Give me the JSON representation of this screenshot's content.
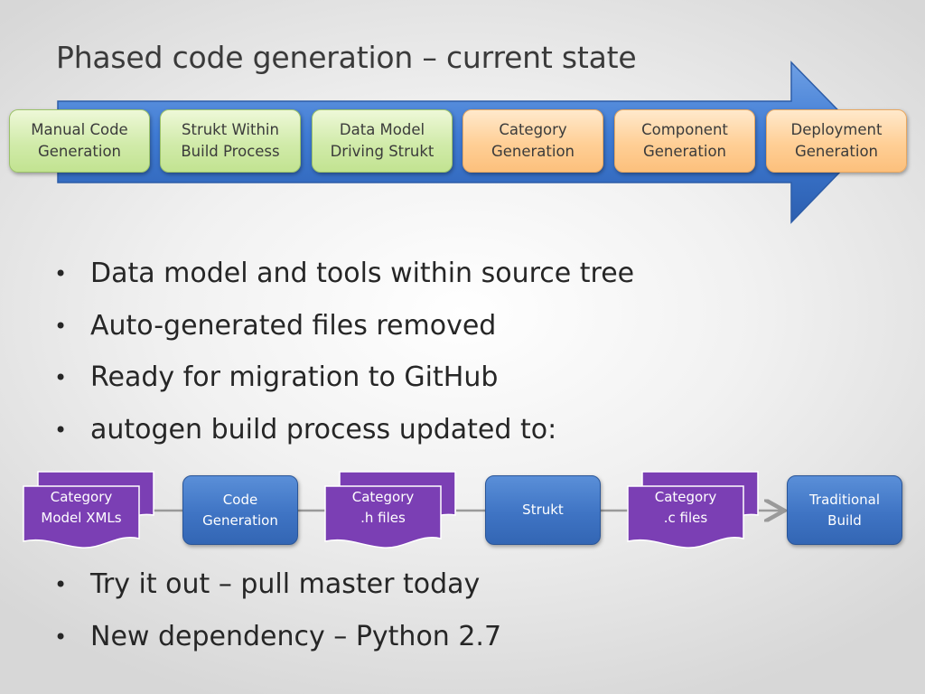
{
  "title": "Phased code generation – current state",
  "colors": {
    "arrow_blue": "#3f7bd4",
    "phase_green": "#c9e7a0",
    "phase_orange": "#ffcd92",
    "doc_purple": "#7b3fb4",
    "process_blue": "#4478c6",
    "connector_gray": "#9a9a9a"
  },
  "phases": [
    {
      "label": "Manual Code\nGeneration",
      "status": "done"
    },
    {
      "label": "Strukt Within\nBuild Process",
      "status": "done"
    },
    {
      "label": "Data Model\nDriving Strukt",
      "status": "done"
    },
    {
      "label": "Category\nGeneration",
      "status": "pending"
    },
    {
      "label": "Component\nGeneration",
      "status": "pending"
    },
    {
      "label": "Deployment\nGeneration",
      "status": "pending"
    }
  ],
  "bullets_top": [
    "Data model and tools within source tree",
    "Auto-generated files removed",
    "Ready for migration to GitHub",
    "autogen build process updated to:"
  ],
  "flow": [
    {
      "kind": "document",
      "label": "Category\nModel XMLs"
    },
    {
      "kind": "process",
      "label": "Code\nGeneration"
    },
    {
      "kind": "document",
      "label": "Category\n.h files"
    },
    {
      "kind": "process",
      "label": "Strukt"
    },
    {
      "kind": "document",
      "label": "Category\n.c files"
    },
    {
      "kind": "process",
      "label": "Traditional\nBuild"
    }
  ],
  "bullets_bottom": [
    "Try it out – pull master today",
    "New dependency – Python 2.7"
  ]
}
